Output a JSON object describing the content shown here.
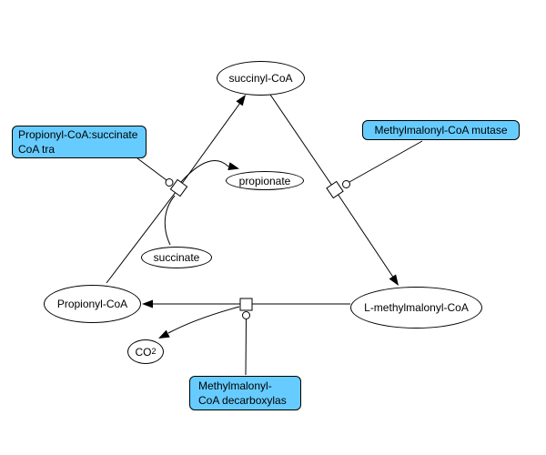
{
  "diagram": {
    "colors": {
      "enzyme_fill": "#66CCFF",
      "species_fill": "#FFFFFF",
      "line": "#000000"
    },
    "species": [
      {
        "label": "succinyl-CoA"
      },
      {
        "label": "propionate"
      },
      {
        "label": "succinate"
      },
      {
        "label": "Propionyl-CoA"
      },
      {
        "label": "L-methylmalonyl-CoA"
      },
      {
        "label": "CO",
        "subscript": "2"
      }
    ],
    "enzymes": [
      {
        "line1": "Propionyl-CoA:succinate",
        "line2": "CoA tra"
      },
      {
        "label": "Methylmalonyl-CoA mutase"
      },
      {
        "line1": "Methylmalonyl-",
        "line2": "CoA decarboxylas"
      }
    ]
  }
}
